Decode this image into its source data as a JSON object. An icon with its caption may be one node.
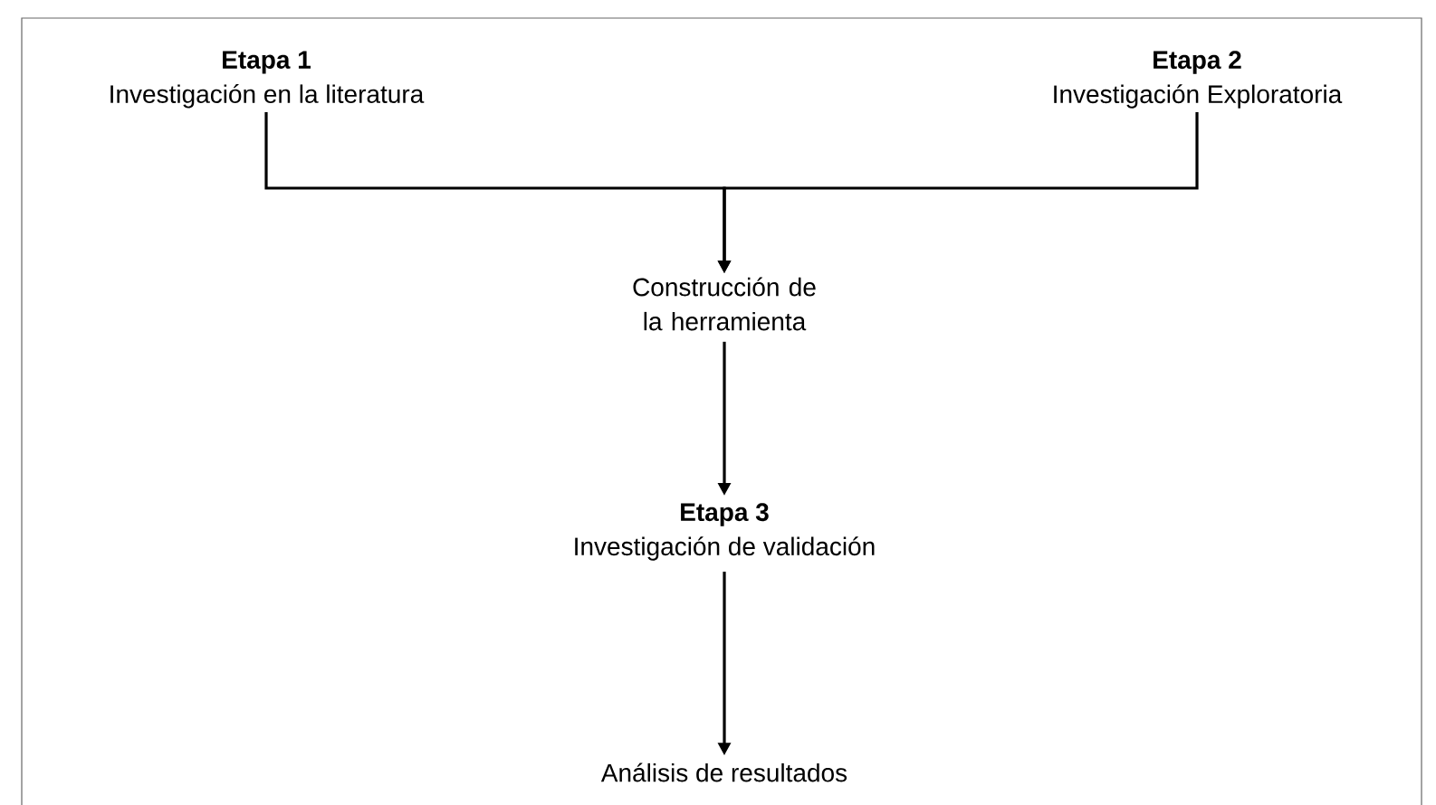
{
  "diagram": {
    "nodes": [
      {
        "text": [
          "Etapa 1",
          "Investigación en la literatura"
        ]
      },
      {
        "text": [
          "Etapa 2",
          "Investigación Exploratoria"
        ]
      },
      {
        "text": [
          "Construcción de la herramienta"
        ]
      },
      {
        "text": [
          "Etapa 3",
          "Investigación de validación"
        ]
      },
      {
        "text": [
          "Análisis de resultados"
        ]
      }
    ],
    "edges": [
      {
        "from": 0,
        "to": 2,
        "arrow": "to"
      },
      {
        "from": 1,
        "to": 2,
        "arrow": "to"
      },
      {
        "from": 2,
        "to": 3,
        "arrow": "to"
      },
      {
        "from": 3,
        "to": 4,
        "arrow": "to"
      }
    ]
  }
}
